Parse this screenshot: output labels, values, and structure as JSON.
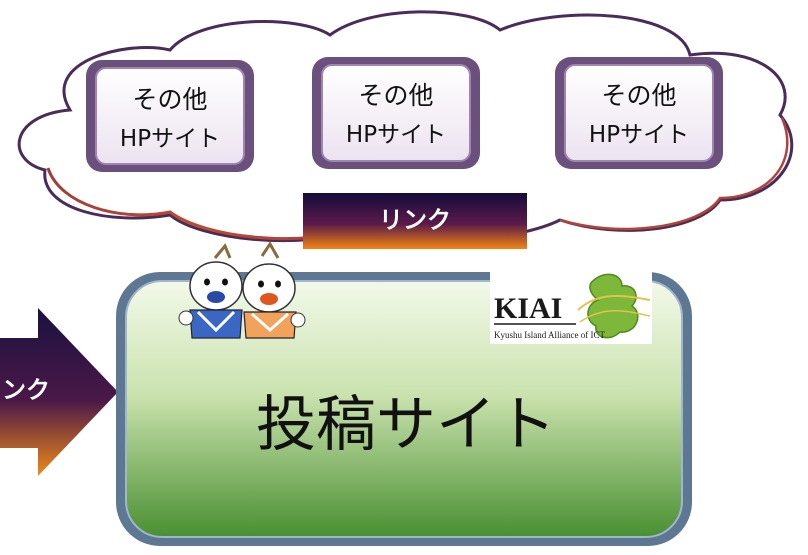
{
  "hp_boxes": [
    {
      "line1": "その他",
      "line2": "HPサイト"
    },
    {
      "line1": "その他",
      "line2": "HPサイト"
    },
    {
      "line1": "その他",
      "line2": "HPサイト"
    }
  ],
  "link_banner": "リンク",
  "left_arrow_label": "ンク",
  "post_site_title": "投稿サイト",
  "kiai_logo": {
    "name": "KIAI",
    "tagline": "Kyushu Island Alliance of ICT"
  },
  "colors": {
    "cloud_outer": "#5c3a6a",
    "cloud_inner": "#b2433a",
    "box_fill": "#f1eaf4",
    "box_border": "#8c6aa0",
    "arrow_dark": "#1c1446",
    "arrow_light": "#f07a10",
    "green_light": "#eef6e4",
    "green_dark": "#4f9436",
    "post_border": "#6f86a6"
  }
}
